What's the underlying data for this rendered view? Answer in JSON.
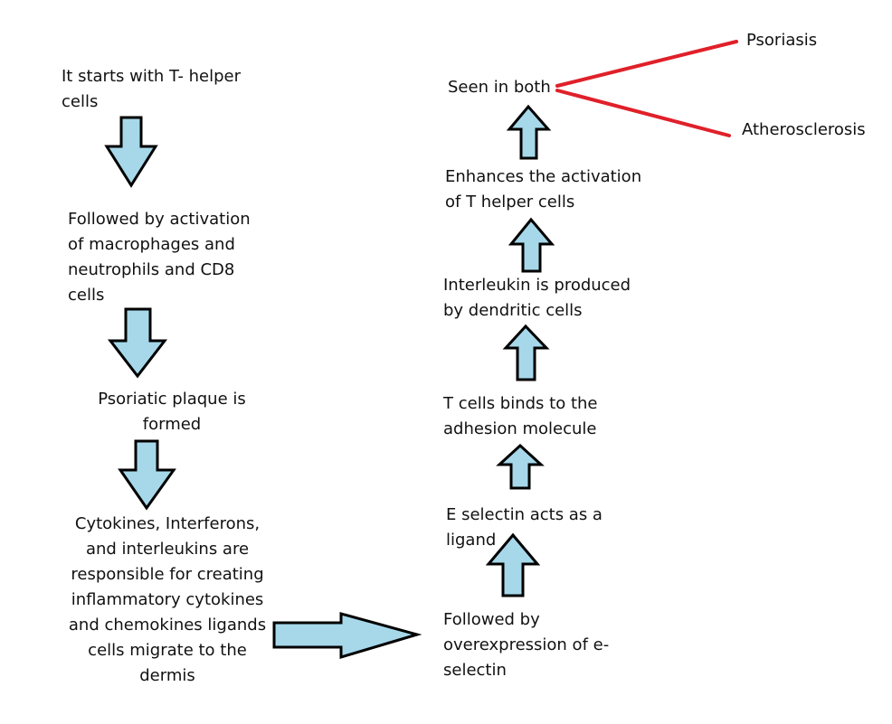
{
  "colors": {
    "arrow_fill": "#a6d8ea",
    "arrow_stroke": "#000000",
    "branch_line": "#e0202a",
    "text": "#111111"
  },
  "left_chain": [
    {
      "id": "t-helper-start",
      "lines": [
        "It starts with T- helper",
        "cells"
      ]
    },
    {
      "id": "macrophage-activation",
      "lines": [
        "Followed by activation",
        "of macrophages and",
        "neutrophils and CD8",
        "cells"
      ]
    },
    {
      "id": "psoriatic-plaque",
      "lines": [
        "Psoriatic plaque is",
        "formed"
      ]
    },
    {
      "id": "cytokines",
      "lines": [
        "Cytokines, Interferons,",
        "and interleukins are",
        "responsible for creating",
        "inflammatory cytokines",
        "and chemokines ligands",
        "cells migrate to the",
        "dermis"
      ]
    }
  ],
  "right_chain": [
    {
      "id": "e-selectin-overexpression",
      "lines": [
        "Followed by",
        "overexpression of e-",
        "selectin"
      ]
    },
    {
      "id": "e-selectin-ligand",
      "lines": [
        "E selectin acts as a",
        "ligand"
      ]
    },
    {
      "id": "t-cells-adhesion",
      "lines": [
        "T cells binds to the",
        "adhesion molecule"
      ]
    },
    {
      "id": "interleukin-dendritic",
      "lines": [
        "Interleukin is produced",
        "by dendritic cells"
      ]
    },
    {
      "id": "t-helper-enhance",
      "lines": [
        "Enhances the activation",
        "of T helper cells"
      ]
    },
    {
      "id": "seen-in-both",
      "lines": [
        "Seen in both"
      ]
    }
  ],
  "outcomes": [
    {
      "id": "psoriasis",
      "label": "Psoriasis"
    },
    {
      "id": "atherosclerosis",
      "label": "Atherosclerosis"
    }
  ],
  "edges": [
    {
      "from": "t-helper-start",
      "to": "macrophage-activation",
      "direction": "down"
    },
    {
      "from": "macrophage-activation",
      "to": "psoriatic-plaque",
      "direction": "down"
    },
    {
      "from": "psoriatic-plaque",
      "to": "cytokines",
      "direction": "down"
    },
    {
      "from": "cytokines",
      "to": "e-selectin-overexpression",
      "direction": "right"
    },
    {
      "from": "e-selectin-overexpression",
      "to": "e-selectin-ligand",
      "direction": "up"
    },
    {
      "from": "e-selectin-ligand",
      "to": "t-cells-adhesion",
      "direction": "up"
    },
    {
      "from": "t-cells-adhesion",
      "to": "interleukin-dendritic",
      "direction": "up"
    },
    {
      "from": "interleukin-dendritic",
      "to": "t-helper-enhance",
      "direction": "up"
    },
    {
      "from": "t-helper-enhance",
      "to": "seen-in-both",
      "direction": "up"
    },
    {
      "from": "seen-in-both",
      "to": "psoriasis",
      "direction": "branch"
    },
    {
      "from": "seen-in-both",
      "to": "atherosclerosis",
      "direction": "branch"
    }
  ]
}
